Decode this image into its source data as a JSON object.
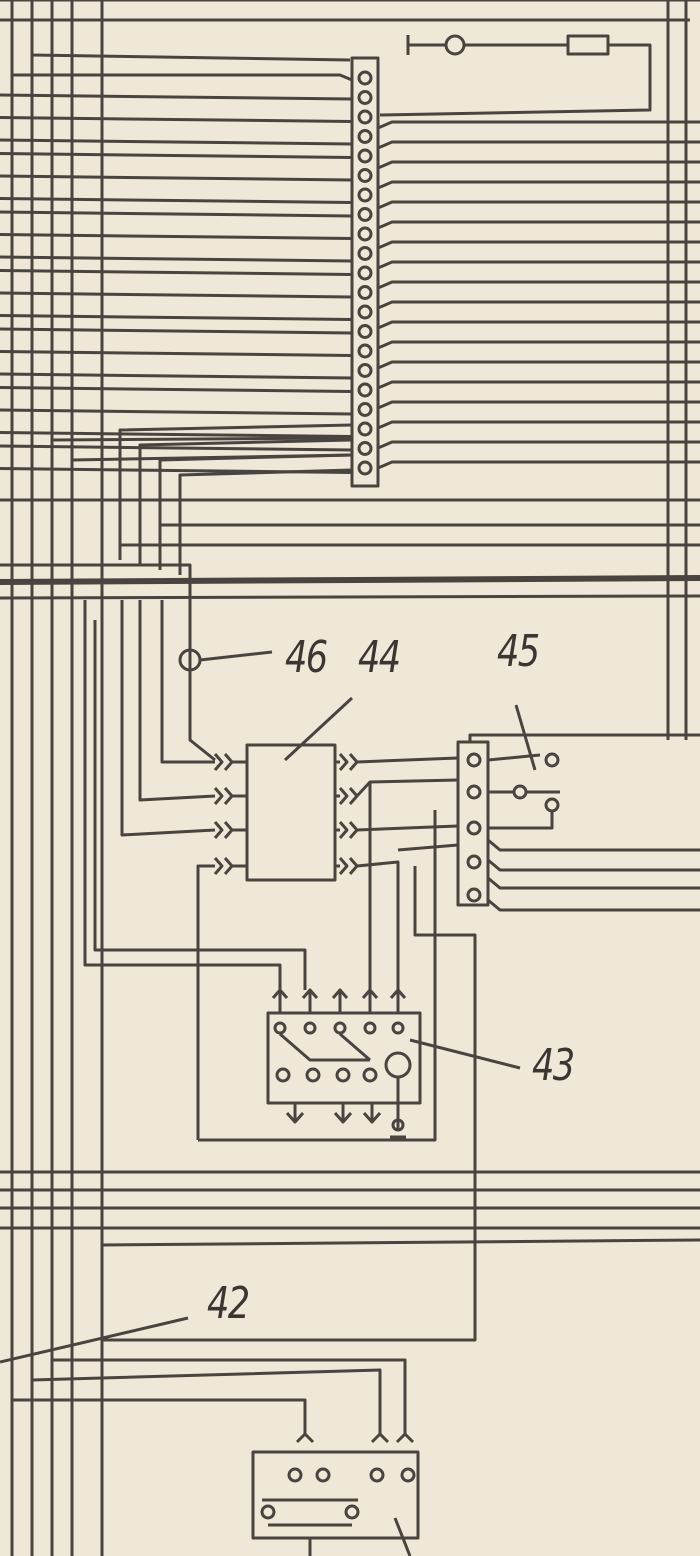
{
  "diagram": {
    "type": "electrical wiring schematic",
    "labels": {
      "l46": "46",
      "l44": "44",
      "l45": "45",
      "l43": "43",
      "l42": "42"
    },
    "colors": {
      "paper": "#efe8d8",
      "ink": "#4a4440"
    }
  }
}
